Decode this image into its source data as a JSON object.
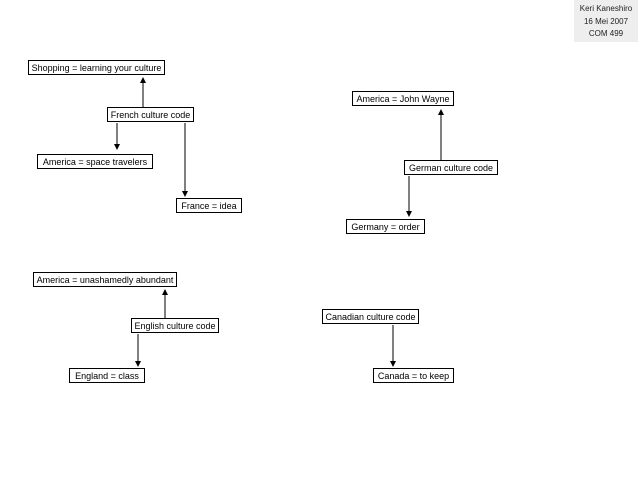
{
  "header": {
    "author": "Keri Kaneshiro",
    "date": "16 Mei 2007",
    "course": "COM 499"
  },
  "french": {
    "code": "French culture code",
    "shopping": "Shopping = learning your culture",
    "america": "America = space travelers",
    "france": "France = idea"
  },
  "german": {
    "code": "German culture code",
    "america": "America = John Wayne",
    "germany": "Germany = order"
  },
  "english": {
    "code": "English culture code",
    "america": "America = unashamedly abundant",
    "england": "England = class"
  },
  "canadian": {
    "code": "Canadian culture code",
    "canada": "Canada = to keep"
  }
}
